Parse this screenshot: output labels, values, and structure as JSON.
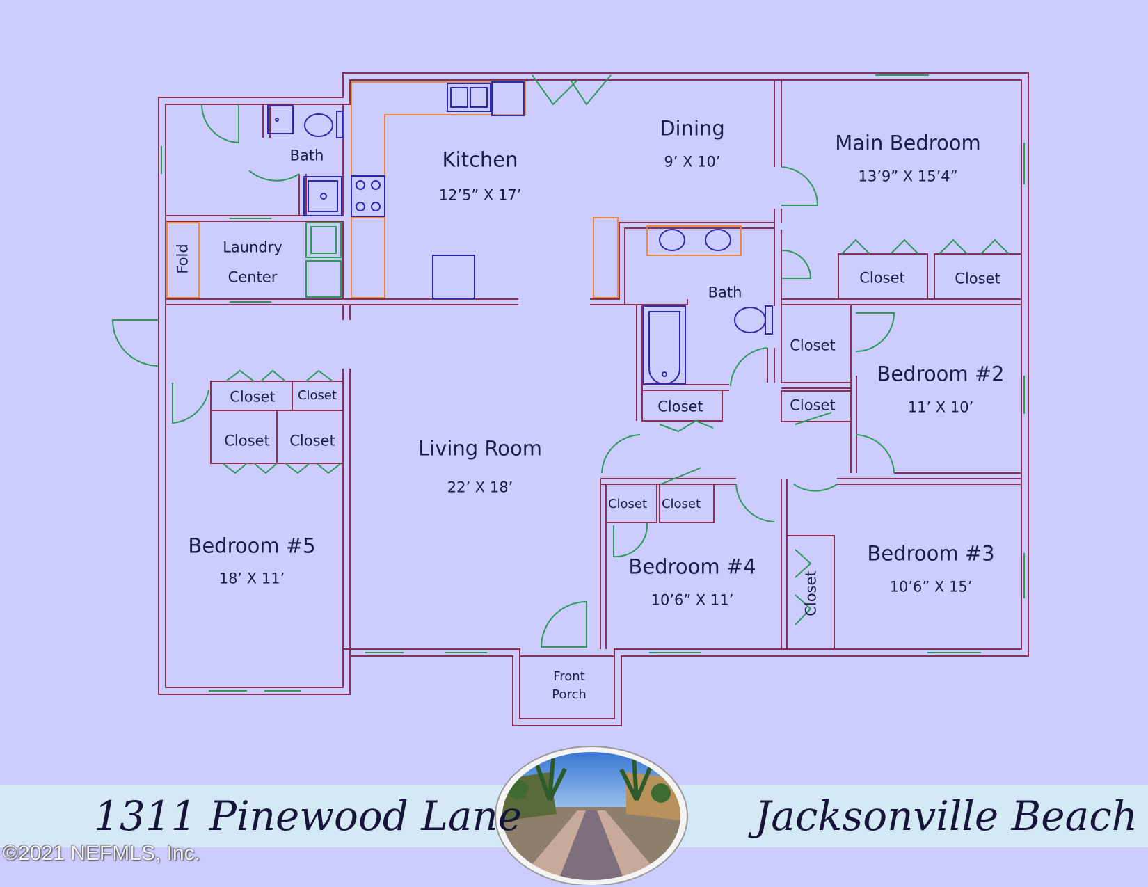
{
  "rooms": {
    "kitchen": {
      "name": "Kitchen",
      "size": "12’5” X 17’"
    },
    "dining": {
      "name": "Dining",
      "size": "9’ X 10’"
    },
    "main_bedroom": {
      "name": "Main Bedroom",
      "size": "13’9” X 15’4”"
    },
    "bath_upper": {
      "name": "Bath"
    },
    "bath_center": {
      "name": "Bath"
    },
    "laundry": {
      "line1": "Laundry",
      "line2": "Center"
    },
    "fold": {
      "name": "Fold"
    },
    "living_room": {
      "name": "Living Room",
      "size": "22’ X 18’"
    },
    "bedroom_2": {
      "name": "Bedroom #2",
      "size": "11’ X 10’"
    },
    "bedroom_3": {
      "name": "Bedroom #3",
      "size": "10’6” X 15’"
    },
    "bedroom_4": {
      "name": "Bedroom #4",
      "size": "10’6” X 11’"
    },
    "bedroom_5": {
      "name": "Bedroom #5",
      "size": "18’ X 11’"
    },
    "front_porch": {
      "line1": "Front",
      "line2": "Porch"
    }
  },
  "closet_label": "Closet",
  "banner": {
    "address": "1311 Pinewood Lane",
    "city": "Jacksonville Beach"
  },
  "copyright": "©2021 NEFMLS, Inc.",
  "colors": {
    "background": "#ccccff",
    "wall": "#8b2f52",
    "door": "#2e9a5a",
    "fixture": "#2a2ab0",
    "counter": "#f08a3a",
    "banner": "#d4e9f5",
    "text": "#1c1c4a"
  }
}
